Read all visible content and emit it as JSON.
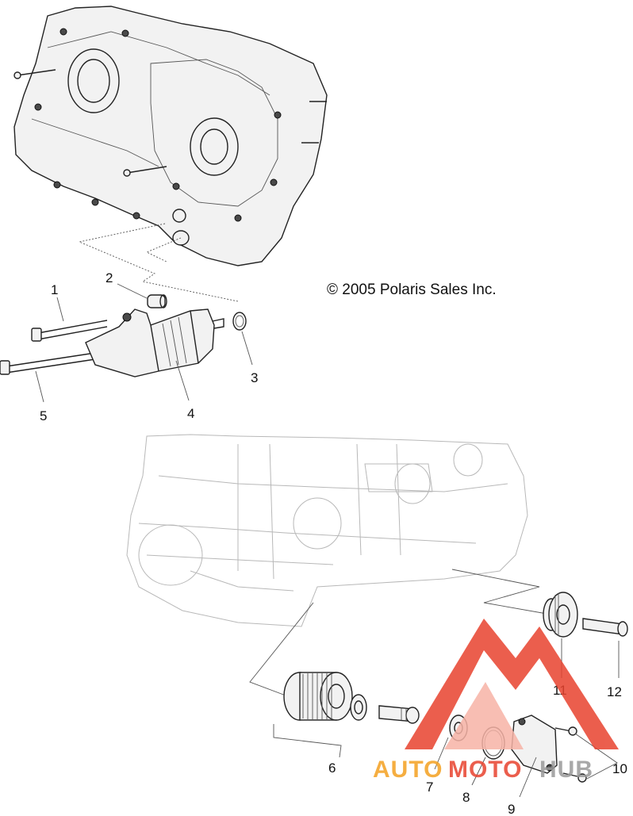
{
  "copyright": "© 2005 Polaris Sales Inc.",
  "callouts": [
    {
      "id": "c1",
      "label": "1"
    },
    {
      "id": "c2",
      "label": "2"
    },
    {
      "id": "c3",
      "label": "3"
    },
    {
      "id": "c4",
      "label": "4"
    },
    {
      "id": "c5",
      "label": "5"
    },
    {
      "id": "c6",
      "label": "6"
    },
    {
      "id": "c7",
      "label": "7"
    },
    {
      "id": "c8",
      "label": "8"
    },
    {
      "id": "c9",
      "label": "9"
    },
    {
      "id": "c10",
      "label": "10"
    },
    {
      "id": "c11",
      "label": "11"
    },
    {
      "id": "c12",
      "label": "12"
    }
  ],
  "watermark": {
    "text": "AUTOMOTOHUB",
    "colors": {
      "primary": "#e8432f",
      "secondary": "#f4a020",
      "grey": "#9a9a9a"
    }
  },
  "colors": {
    "line": "#222222",
    "ghost": "#b8b8b8"
  }
}
